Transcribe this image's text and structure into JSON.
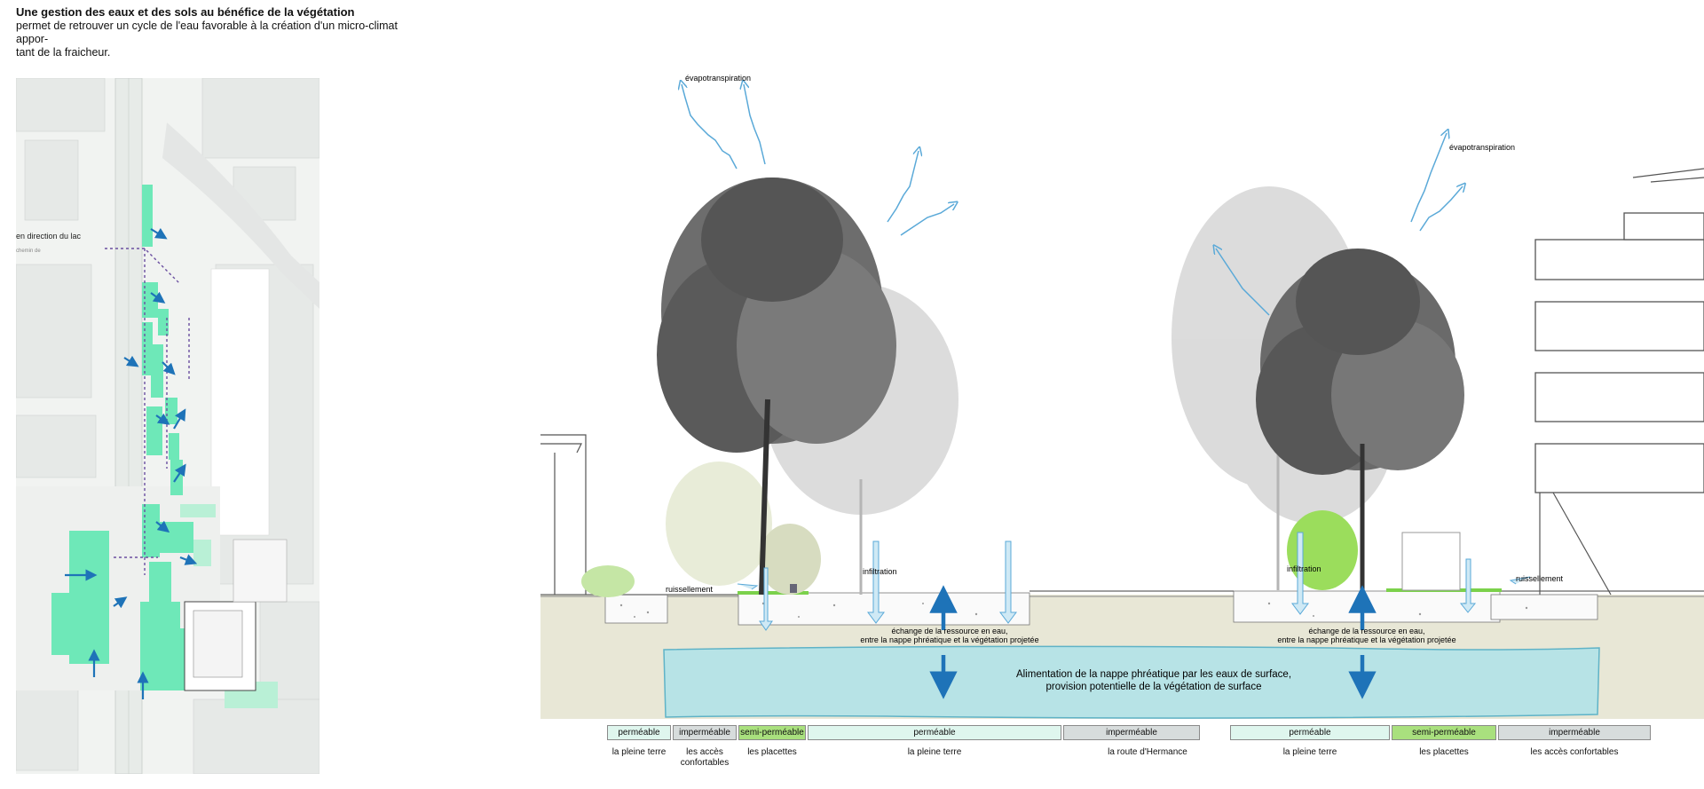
{
  "header": {
    "title": "Une gestion des eaux et des sols au bénéfice de la végétation",
    "subtitle_line1": "permet de retrouver un cycle de l'eau favorable à la création d'un micro-climat appor-",
    "subtitle_line2": "tant de la fraicheur."
  },
  "plan": {
    "direction_label": "en direction du lac",
    "street_label": "chemin de"
  },
  "section": {
    "evapo_left": "évapotranspiration",
    "evapo_right": "évapotranspiration",
    "runoff_left": "ruissellement",
    "runoff_right": "ruissellement",
    "infiltration_left": "infiltration",
    "infiltration_right": "infiltration",
    "exchange_line1": "échange de la ressource en eau,",
    "exchange_line2": "entre la nappe phréatique et la végétation projetée",
    "exchange_right_line1": "échange de la ressource en eau,",
    "exchange_right_line2": "entre la nappe phréatique et la végétation projetée",
    "aquifer_line1": "Alimentation de la nappe phréatique par les eaux de surface,",
    "aquifer_line2": "provision potentielle de la végétation de surface"
  },
  "legend": [
    {
      "label": "perméable",
      "caption": "la pleine terre",
      "kind": "perm"
    },
    {
      "label": "imperméable",
      "caption": "les accès",
      "caption2": "confortables",
      "kind": "imp"
    },
    {
      "label": "semi-perméable",
      "caption": "les placettes",
      "kind": "semi"
    },
    {
      "label": "perméable",
      "caption": "la pleine terre",
      "kind": "perm"
    },
    {
      "label": "imperméable",
      "caption": "la route d'Hermance",
      "kind": "imp"
    },
    {
      "label": "perméable",
      "caption": "la pleine terre",
      "kind": "perm"
    },
    {
      "label": "semi-perméable",
      "caption": "les placettes",
      "kind": "semi"
    },
    {
      "label": "imperméable",
      "caption": "les accès confortables",
      "kind": "imp"
    }
  ],
  "colors": {
    "water_arrow": "#5aa9d8",
    "deep_arrow": "#1e73b8",
    "aquifer": "#b7e3e6",
    "soil": "#e8e7d6",
    "permeable": "#dff6ee",
    "impermeable": "#d7dcdc",
    "semi_permeable": "#a9e07e",
    "plan_green": "#6ee8b8"
  }
}
